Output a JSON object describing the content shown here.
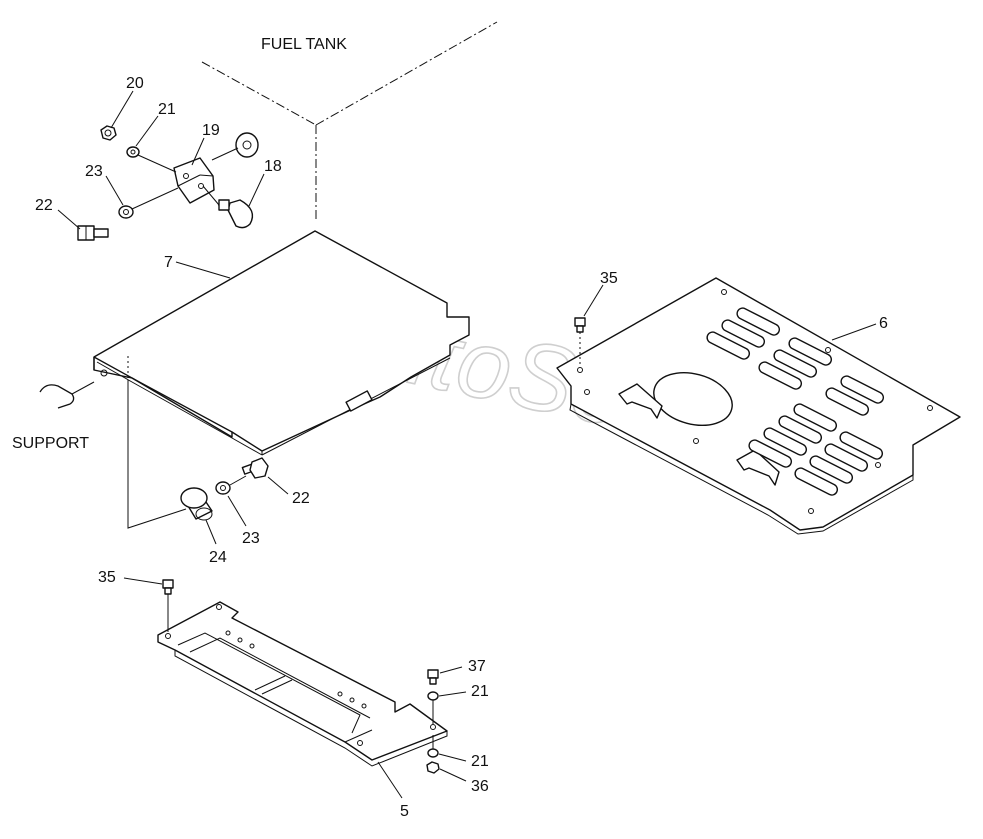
{
  "captions": {
    "fuel_tank": "FUEL TANK",
    "support": "SUPPORT"
  },
  "watermark": "AutoSoft",
  "callouts": {
    "c20": "20",
    "c21_top": "21",
    "c19": "19",
    "c23_top": "23",
    "c18": "18",
    "c22_top": "22",
    "c7": "7",
    "c35_right": "35",
    "c6": "6",
    "c22_mid": "22",
    "c23_mid": "23",
    "c24": "24",
    "c35_left": "35",
    "c37": "37",
    "c21_a": "21",
    "c21_b": "21",
    "c36": "36",
    "c5": "5"
  },
  "colors": {
    "line": "#111111",
    "watermark": "#cfcfcf",
    "background": "#ffffff"
  }
}
